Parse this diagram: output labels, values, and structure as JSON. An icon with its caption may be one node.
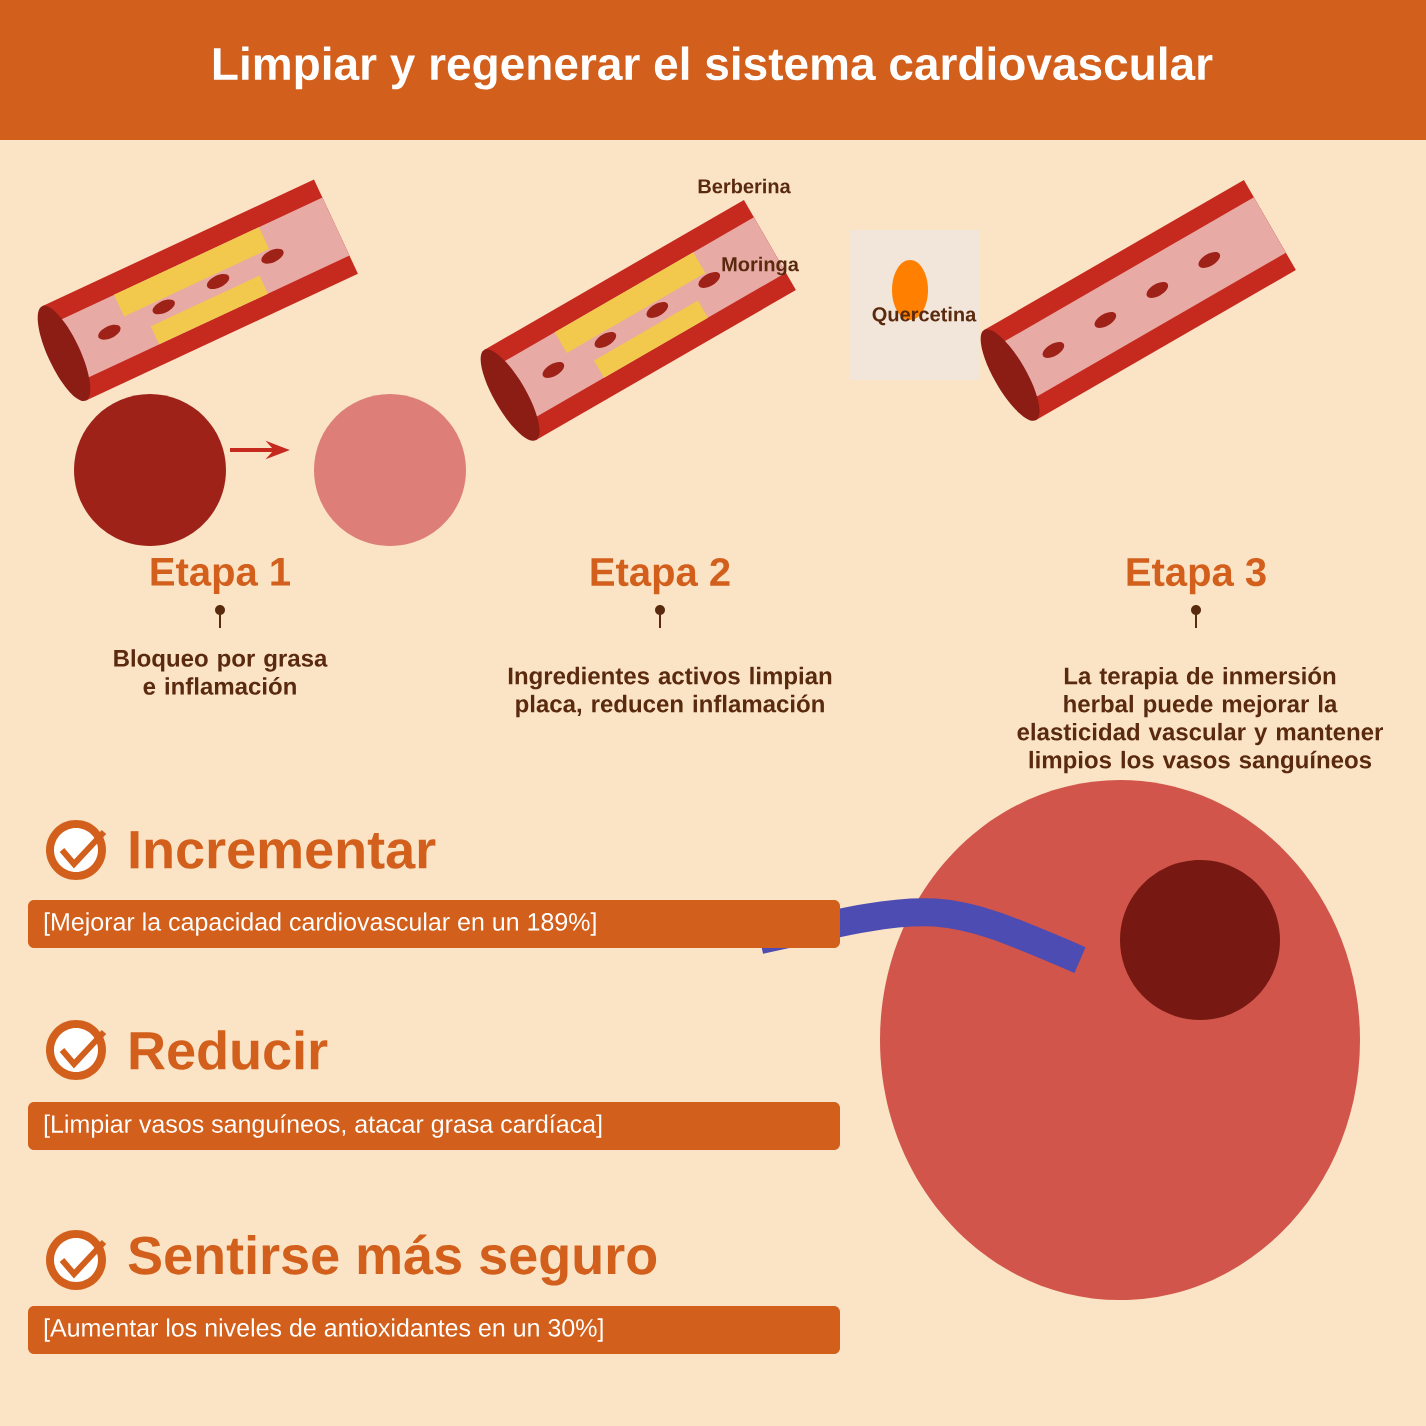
{
  "diagram": {
    "title": "Limpiar y regenerar el sistema cardiovascular",
    "labels": [
      "Berberina",
      "Moringa",
      "Quercetina",
      "Etapa 1",
      "Bloqueo por grasa e inflamación",
      "Etapa 2",
      "Ingredientes activos limpian placa, reducen inflamación",
      "Etapa 3",
      "La terapia de inmersión herbal puede mejorar la elasticidad vascular y mantener limpios los vasos sanguíneos",
      "Incrementar",
      "[Mejorar la capacidad cardiovascular en un 189%]",
      "Reducir",
      "[Limpiar vasos sanguíneos, atacar grasa cardíaca]",
      "Sentirse más seguro",
      "[Aumentar los niveles de antioxidantes en un 30%]"
    ]
  }
}
